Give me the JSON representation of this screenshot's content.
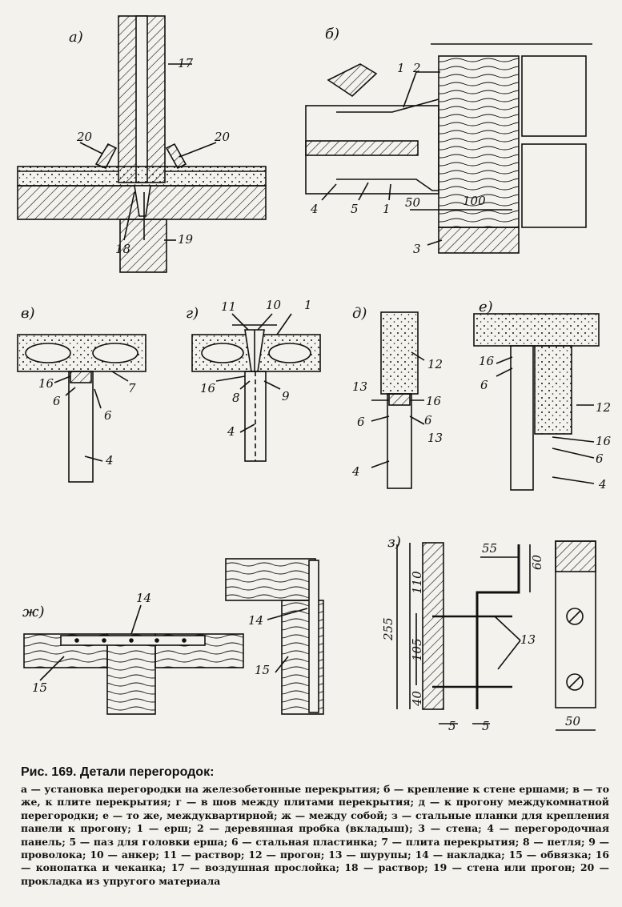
{
  "panels": {
    "a": "а)",
    "b": "б)",
    "v": "в)",
    "g": "г)",
    "d": "д)",
    "e": "е)",
    "zh": "ж)",
    "z": "з)"
  },
  "numbers": {
    "n1": "1",
    "n2": "2",
    "n3": "3",
    "n4": "4",
    "n5": "5",
    "n6": "6",
    "n7": "7",
    "n8": "8",
    "n9": "9",
    "n10": "10",
    "n11": "11",
    "n12": "12",
    "n13": "13",
    "n14": "14",
    "n15": "15",
    "n16": "16",
    "n17": "17",
    "n18": "18",
    "n19": "19",
    "n20": "20"
  },
  "dimensions": {
    "d50": "50",
    "d100": "100",
    "d55": "55",
    "d60": "60",
    "d110": "110",
    "d255": "255",
    "d105": "105",
    "d40": "40",
    "d5": "5"
  },
  "caption": {
    "title": "Рис. 169. Детали перегородок:",
    "body": "а — установка перегородки на железобетонные перекрытия; б — крепление к стене ершами; в — то же, к плите перекрытия; г — в шов между плитами перекрытия; д — к прогону междукомнатной перегородки; е — то же, междуквартирной; ж — между собой; з — стальные планки для крепления панели к прогону; 1 — ерш; 2 — деревянная пробка (вкладыш); 3 — стена; 4 — перегородочная панель; 5 — паз для головки ерша; 6 — стальная пластинка; 7 — плита перекрытия; 8 — петля; 9 — проволока; 10 — анкер; 11 — раствор; 12 — прогон; 13 — шурупы; 14 — накладка; 15 — обвязка; 16 — конопатка и чеканка; 17 — воздушная прослойка; 18 — раствор; 19 — стена или прогон; 20 — прокладка из упругого материала"
  }
}
